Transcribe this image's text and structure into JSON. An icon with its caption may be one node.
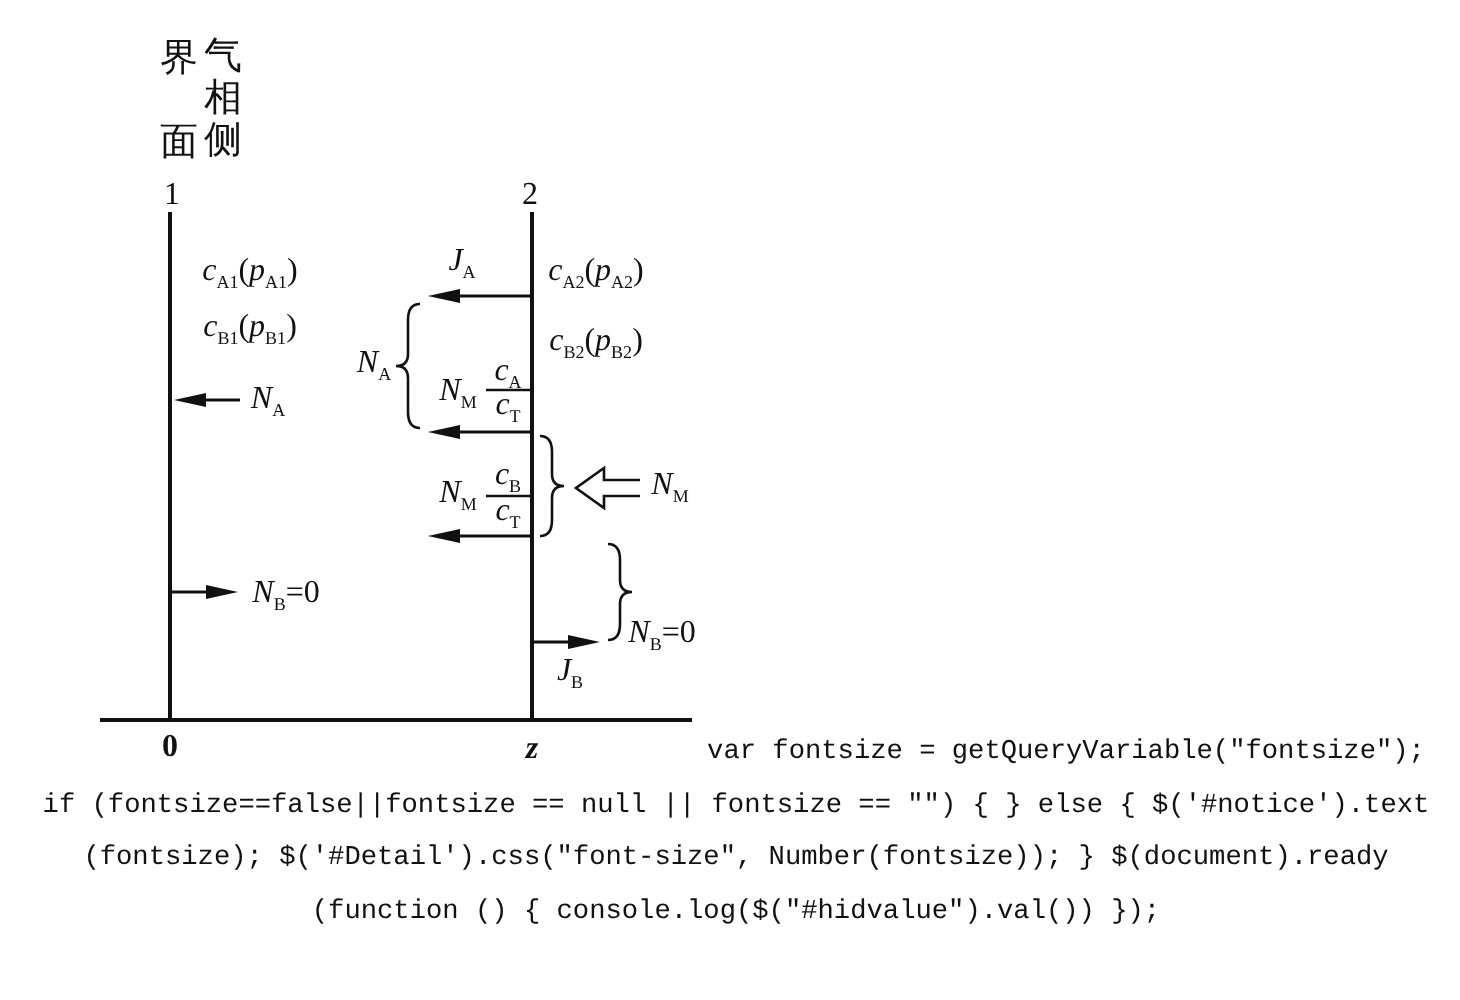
{
  "diagram": {
    "labels": [
      "界面",
      "气相侧",
      "1",
      "2",
      "*c*$_{A1}$(*p*$_{A1}$)",
      "*J*$_{A}$",
      "*c*$_{A2}$(*p*$_{A2}$)",
      "*c*$_{B1}$(*p*$_{B1}$)",
      "*c*$_{B2}$(*p*$_{B2}$)",
      "*N*$_{A}$",
      "*N*$_{A}$",
      "*N*$_{M}$",
      "*c*$_{A}$",
      "*c*$_{T}$",
      "*N*$_{M}$",
      "*c*$_{B}$",
      "*c*$_{T}$",
      "*N*$_{M}$",
      "*N*$_{B}$=0",
      "*N*$_{B}$=0",
      "*J*$_{B}$",
      "0",
      "z",
      "var fontsize = getQueryVariable(\"fontsize\"); if (fontsize==false||fontsize == null || fontsize == \"\") { } else { $('#notice').text (fontsize); $('#Detail').css(\"font-size\", Number(fontsize)); } $(document).ready (function () { console.log($(\"#hidvalue\").val()) });"
    ]
  }
}
